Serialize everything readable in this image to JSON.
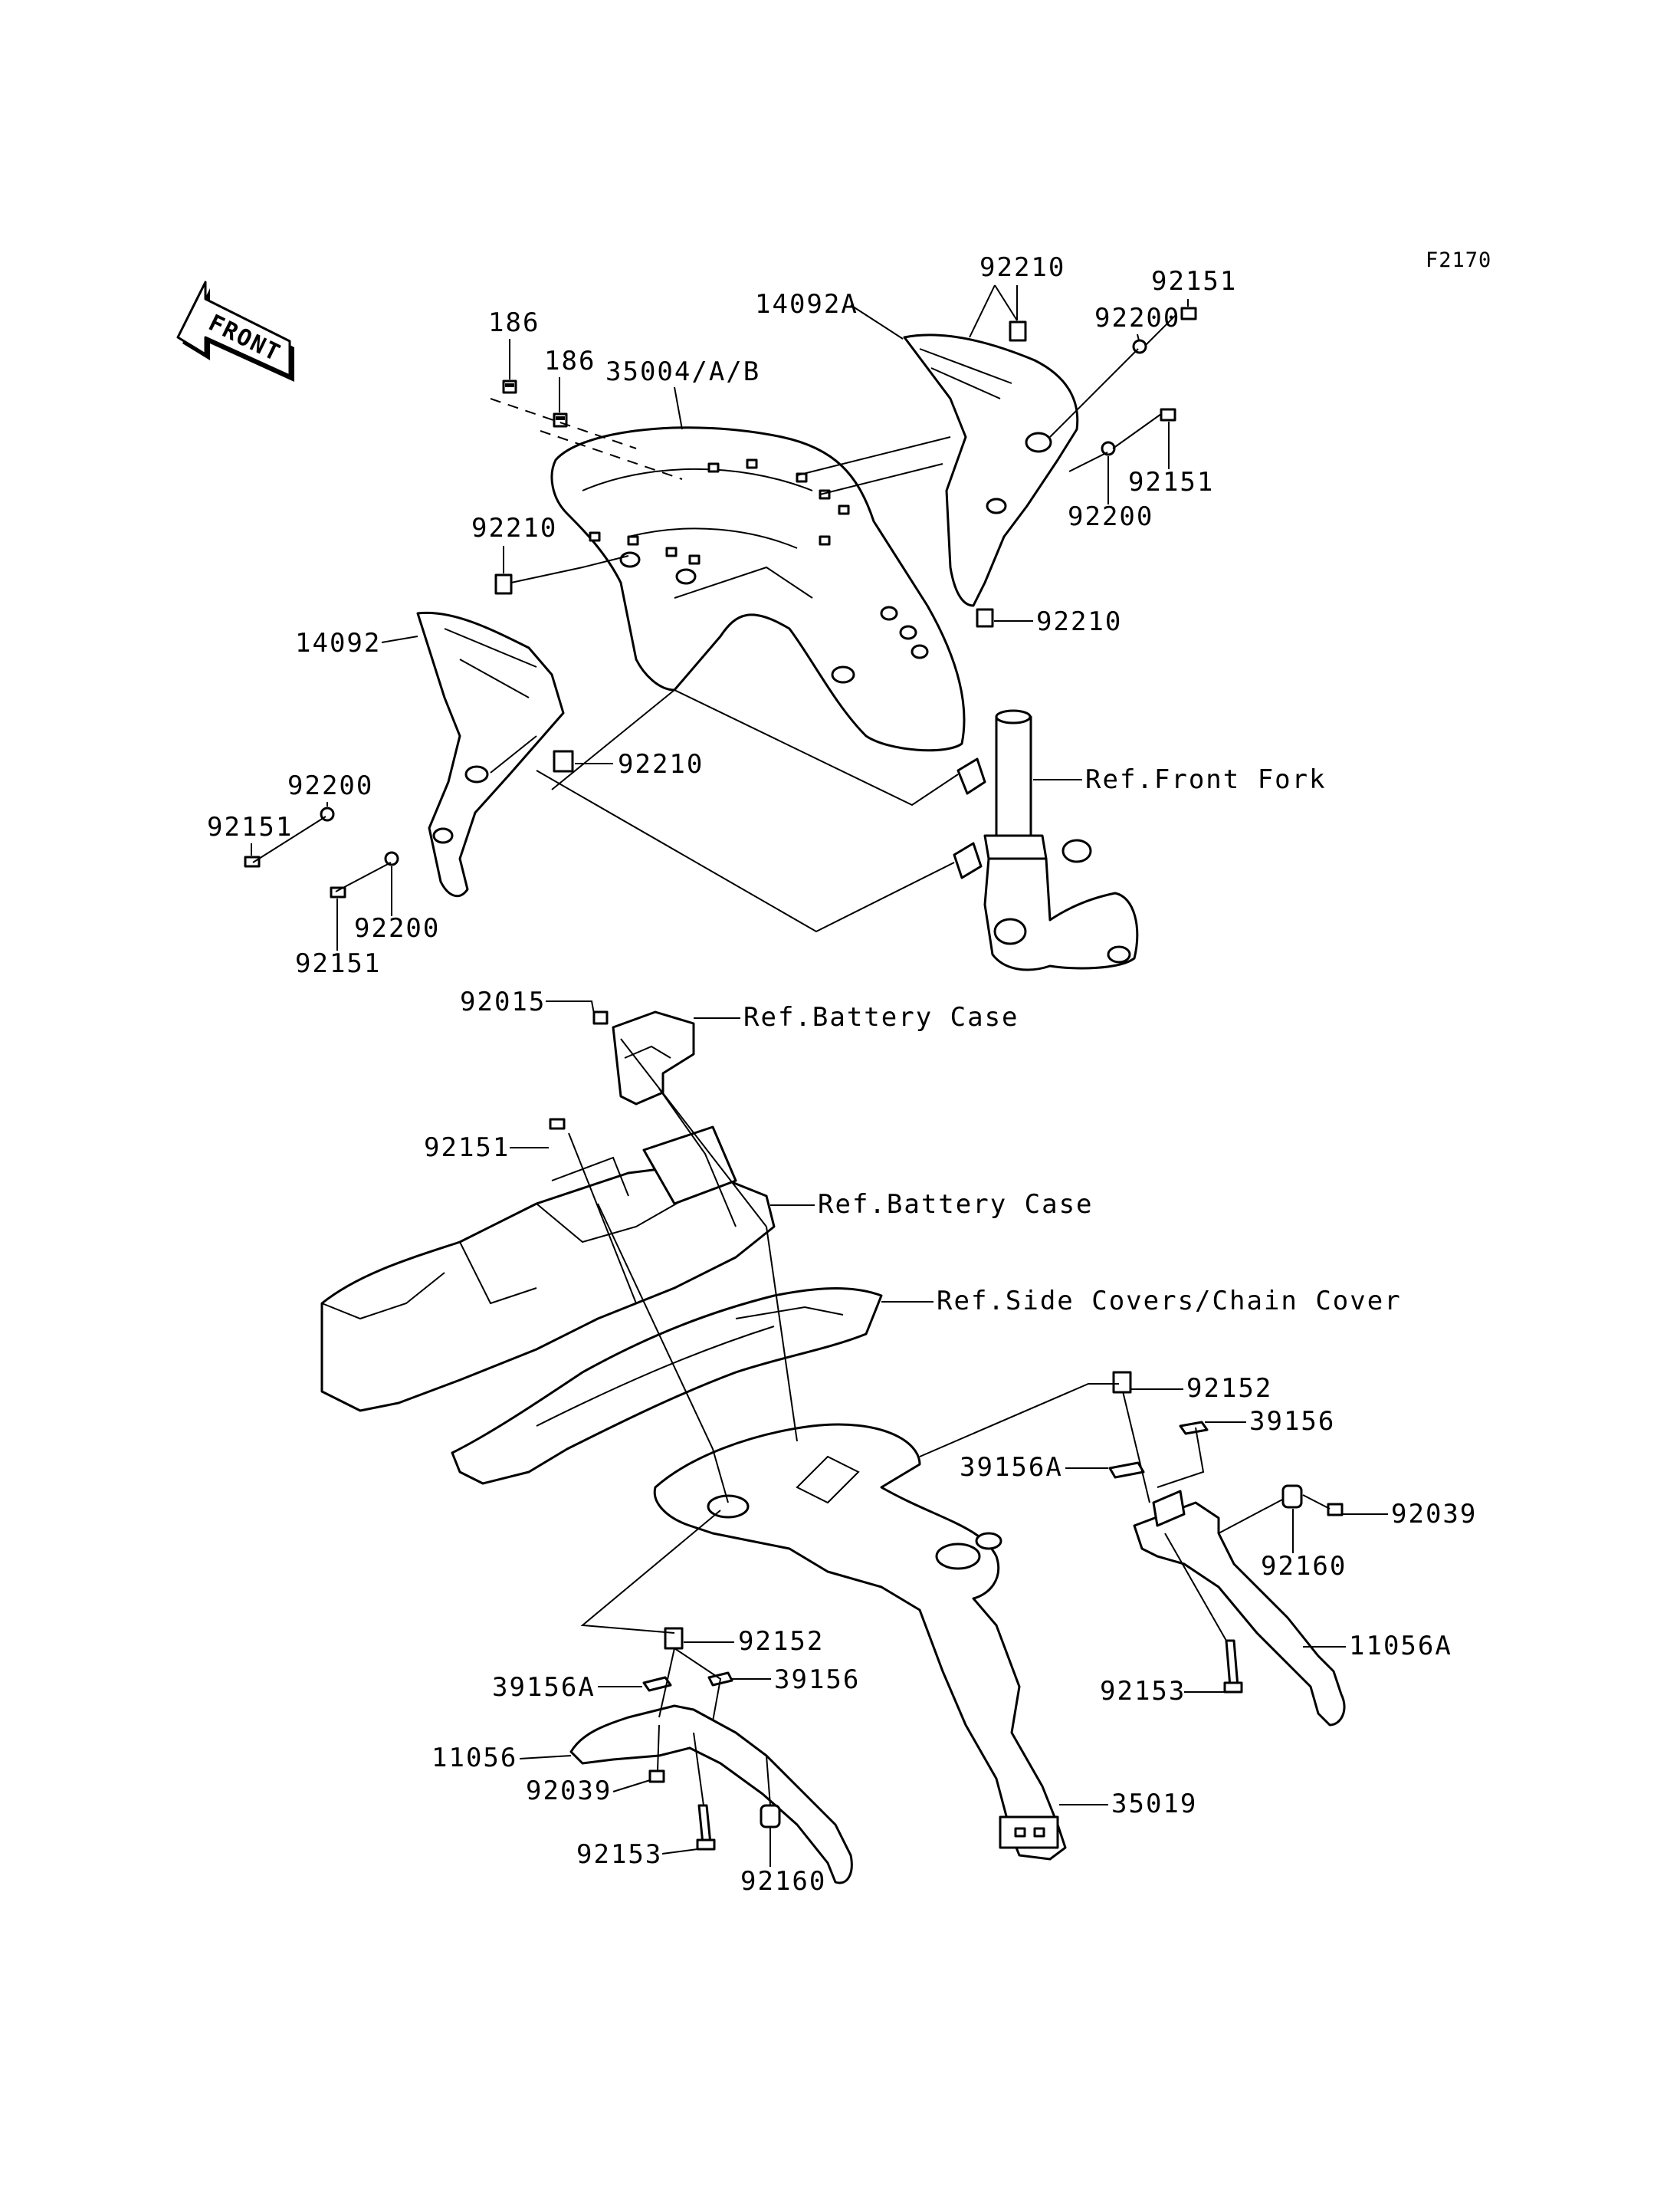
{
  "figure_code": "F2170",
  "front_arrow": {
    "text": "FRONT",
    "icon": "front-arrow-icon"
  },
  "labels": {
    "front_fender": "35004/A/B",
    "bolt_186_a": "186",
    "bolt_186_b": "186",
    "cover_right": "14092A",
    "cover_left": "14092",
    "nut_92210_top": "92210",
    "nut_92210_upper_left": "92210",
    "nut_92210_right_low": "92210",
    "nut_92210_left_low": "92210",
    "bolt_92151_top_right": "92151",
    "washer_92200_top_right": "92200",
    "bolt_92151_right": "92151",
    "washer_92200_right": "92200",
    "washer_92200_left_up": "92200",
    "bolt_92151_left": "92151",
    "washer_92200_left_low": "92200",
    "bolt_92151_left_low": "92151",
    "ref_front_fork": "Ref.Front Fork",
    "nut_92015": "92015",
    "ref_battery_case_1": "Ref.Battery Case",
    "bolt_92151_rear": "92151",
    "ref_battery_case_2": "Ref.Battery Case",
    "ref_side_covers": "Ref.Side Covers/Chain Cover",
    "collar_92152_right": "92152",
    "plate_39156_right": "39156",
    "plate_39156a_right": "39156A",
    "screw_92039_right": "92039",
    "damper_92160_right": "92160",
    "bracket_11056a": "11056A",
    "bolt_92153_right": "92153",
    "collar_92152_left": "92152",
    "plate_39156a_left": "39156A",
    "plate_39156_left": "39156",
    "bracket_11056": "11056",
    "screw_92039_left": "92039",
    "bolt_92153_left": "92153",
    "damper_92160_left": "92160",
    "rear_fender": "35019"
  }
}
